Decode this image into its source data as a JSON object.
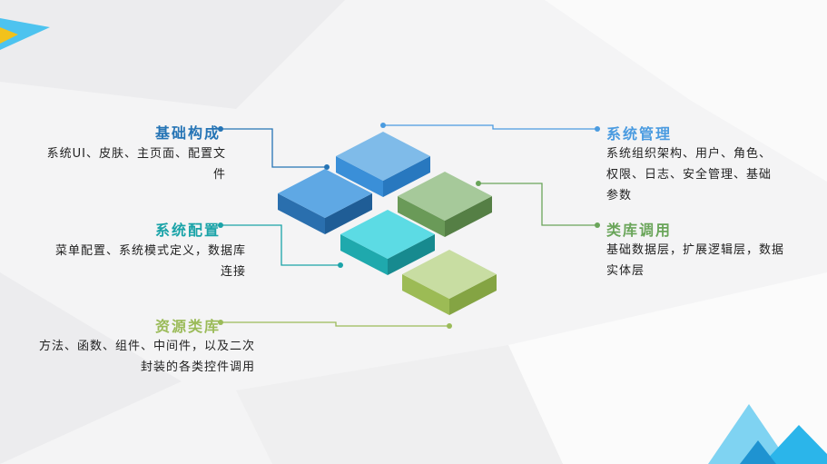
{
  "colors": {
    "blue_dark": "#2574b5",
    "blue": "#4a9be0",
    "teal": "#1aa3a8",
    "green": "#6aa55a",
    "lime": "#9bbb59"
  },
  "items": [
    {
      "title": "基础构成",
      "desc": "系统UI、皮肤、主页面、配置文件"
    },
    {
      "title": "系统配置",
      "desc": "菜单配置、系统模式定义，数据库连接"
    },
    {
      "title": "资源类库",
      "desc": "方法、函数、组件、中间件，以及二次封装的各类控件调用"
    },
    {
      "title": "系统管理",
      "desc": "系统组织架构、用户、角色、权限、日志、安全管理、基础参数"
    },
    {
      "title": "类库调用",
      "desc": "基础数据层，扩展逻辑层，数据实体层"
    }
  ]
}
